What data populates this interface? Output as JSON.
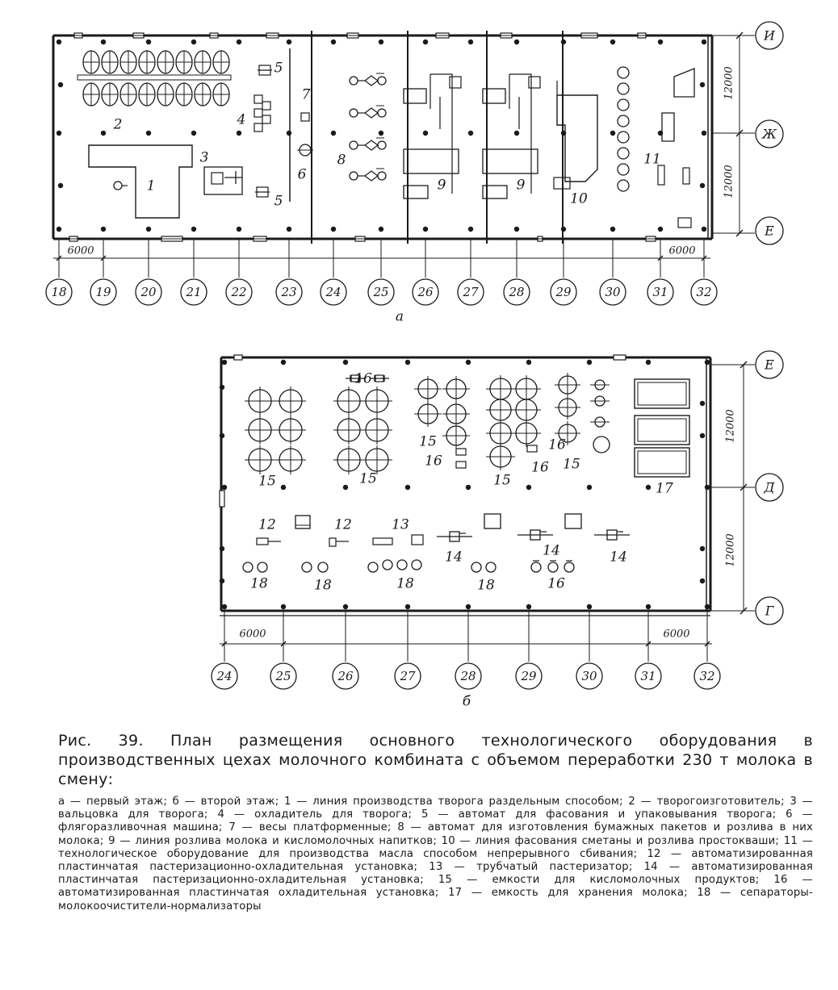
{
  "plan_a": {
    "axis_letters": [
      "И",
      "Ж",
      "Е"
    ],
    "col_labels": [
      "18",
      "19",
      "20",
      "21",
      "22",
      "23",
      "24",
      "25",
      "26",
      "27",
      "28",
      "29",
      "30",
      "31",
      "32"
    ],
    "dims": {
      "left": "6000",
      "right": "6000",
      "side_top": "12000",
      "side_bottom": "12000"
    },
    "item_labels": [
      "1",
      "2",
      "3",
      "4",
      "5",
      "5",
      "6",
      "7",
      "8",
      "9",
      "9",
      "10",
      "11"
    ],
    "title": "а"
  },
  "plan_b": {
    "axis_letters": [
      "Е",
      "Д",
      "Г"
    ],
    "col_labels": [
      "24",
      "25",
      "26",
      "27",
      "28",
      "29",
      "30",
      "31",
      "32"
    ],
    "dims": {
      "left": "6000",
      "right": "6000",
      "side_top": "12000",
      "side_bottom": "12000"
    },
    "item_labels": [
      "15",
      "15",
      "15",
      "15",
      "15",
      "16",
      "16",
      "16",
      "16",
      "17",
      "12",
      "12",
      "13",
      "14",
      "14",
      "14",
      "18",
      "18",
      "18",
      "18",
      "16"
    ],
    "title": "б"
  },
  "caption": {
    "title": "Рис. 39. План размещения основного технологического оборудования в производственных цехах молочного комбината с объемом переработки 230 т молока в смену:",
    "legend": "а — первый этаж; б — второй этаж; 1 — линия производства творога раздельным способом; 2 — творогоизготовитель; 3 — вальцовка для творога; 4 — охладитель для творога; 5 — автомат для фасования и упаковывания творога; 6 — флягоразливочная машина; 7 — весы платформенные; 8 — автомат для изготовления бумажных пакетов и розлива в них молока; 9 — линия розлива молока и кисломолочных напитков; 10 — линия фасования сметаны и розлива простокваши; 11 — технологическое оборудование для производства масла способом непрерывного сбивания; 12 — автоматизированная пластинчатая пастеризационно-охладительная установка; 13 — трубчатый пастеризатор; 14 — автоматизированная пластинчатая пастеризационно-охладительная установка; 15 — емкости для кисломолочных продуктов; 16 — автоматизированная пластинчатая охладительная установка; 17 — емкость для хранения молока; 18 — сепараторы-молокоочистители-нормализаторы"
  },
  "colors": {
    "ink": "#1a1a1a",
    "paper": "#ffffff"
  }
}
